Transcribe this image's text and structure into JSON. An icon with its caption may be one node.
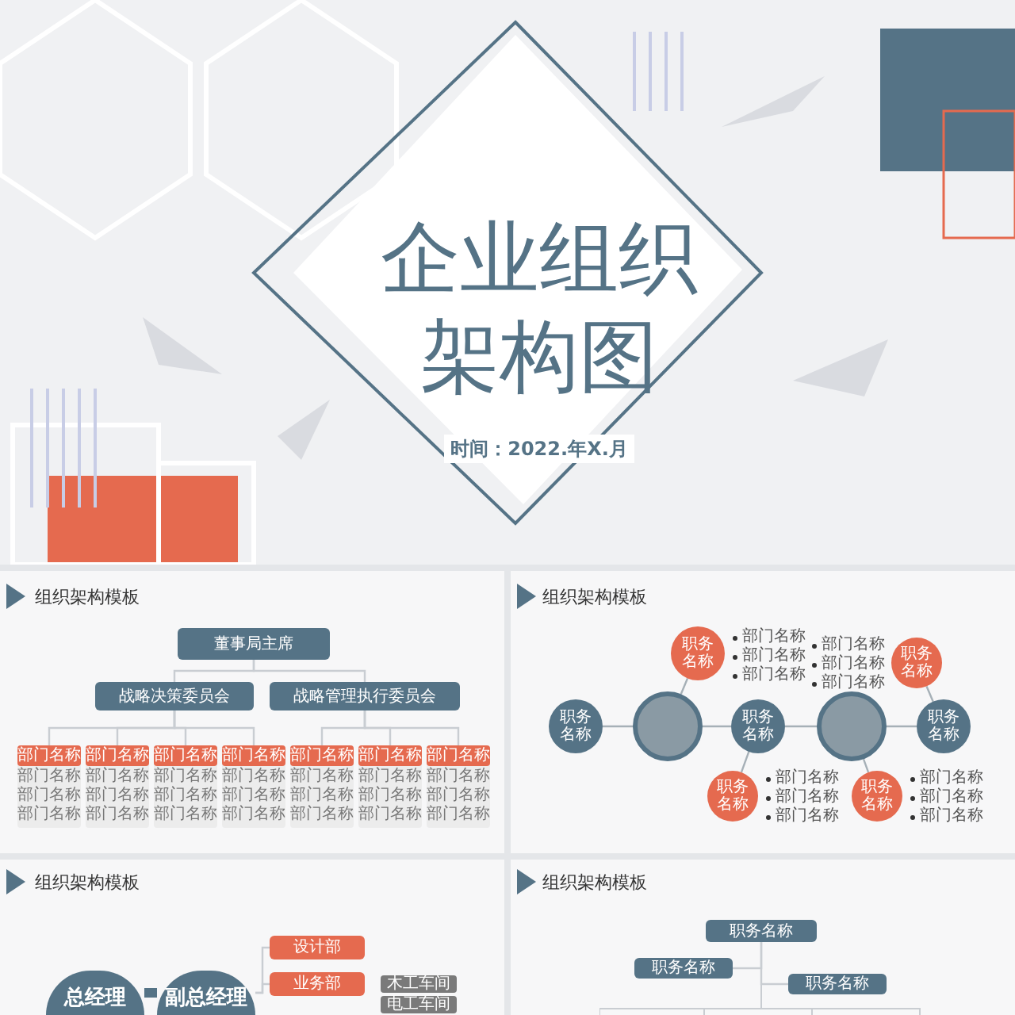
{
  "diagram": {
    "title": "企业组织架构图",
    "nodes": [
      {
        "text": [
          "董事局主席"
        ]
      },
      {
        "text": [
          "战略决策委员会"
        ]
      },
      {
        "text": [
          "战略管理执行委员会"
        ]
      },
      {
        "text": [
          "部门名称",
          "部门名称",
          "部门名称"
        ]
      },
      {
        "text": [
          "部门名称"
        ],
        "in": 3
      },
      {
        "text": [
          "部门名称",
          "部门名称",
          "部门名称"
        ]
      },
      {
        "text": [
          "部门名称"
        ],
        "in": 5
      },
      {
        "text": [
          "部门名称",
          "部门名称",
          "部门名称"
        ]
      },
      {
        "text": [
          "部门名称"
        ],
        "in": 7
      },
      {
        "text": [
          "部门名称",
          "部门名称",
          "部门名称"
        ]
      },
      {
        "text": [
          "部门名称"
        ],
        "in": 9
      },
      {
        "text": [
          "部门名称",
          "部门名称",
          "部门名称"
        ]
      },
      {
        "text": [
          "部门名称"
        ],
        "in": 11
      },
      {
        "text": [
          "部门名称",
          "部门名称",
          "部门名称"
        ]
      },
      {
        "text": [
          "部门名称"
        ],
        "in": 13
      },
      {
        "text": [
          "部门名称",
          "部门名称",
          "部门名称"
        ]
      },
      {
        "text": [
          "部门名称"
        ],
        "in": 15
      },
      {
        "text": [
          "职务名称"
        ]
      },
      {
        "text": [],
        "shape": "picture"
      },
      {
        "text": [
          "职务名称"
        ]
      },
      {
        "text": [],
        "shape": "picture"
      },
      {
        "text": [
          "职务名称"
        ]
      },
      {
        "text": [
          "职务名称"
        ],
        "beside": [
          "部门名称",
          "部门名称",
          "部门名称"
        ]
      },
      {
        "text": [
          "职务名称"
        ],
        "beside": [
          "部门名称",
          "部门名称",
          "部门名称"
        ]
      },
      {
        "text": [
          "职务名称"
        ],
        "beside": [
          "部门名称",
          "部门名称",
          "部门名称"
        ]
      },
      {
        "text": [
          "职务名称"
        ],
        "beside": [
          "部门名称",
          "部门名称",
          "部门名称"
        ]
      },
      {
        "text": [
          "总经理"
        ]
      },
      {
        "text": [
          "副总经理"
        ]
      },
      {
        "text": [
          "设计部"
        ]
      },
      {
        "text": [
          "业务部"
        ]
      },
      {
        "text": [
          "木工车间"
        ]
      },
      {
        "text": [
          "电工车间"
        ]
      },
      {
        "text": [
          "职务名称"
        ]
      },
      {
        "text": [
          "职务名称"
        ]
      },
      {
        "text": [
          "职务名称"
        ]
      }
    ],
    "edges": [
      {
        "from": 0,
        "to": 1,
        "arrow": "none"
      },
      {
        "from": 0,
        "to": 2,
        "arrow": "none"
      },
      {
        "from": 1,
        "to": 4,
        "arrow": "none"
      },
      {
        "from": 1,
        "to": 6,
        "arrow": "none"
      },
      {
        "from": 1,
        "to": 8,
        "arrow": "none"
      },
      {
        "from": 1,
        "to": 10,
        "arrow": "none"
      },
      {
        "from": 2,
        "to": 12,
        "arrow": "none"
      },
      {
        "from": 2,
        "to": 14,
        "arrow": "none"
      },
      {
        "from": 2,
        "to": 16,
        "arrow": "none"
      },
      {
        "from": 17,
        "to": 18,
        "arrow": "none"
      },
      {
        "from": 18,
        "to": 19,
        "arrow": "none"
      },
      {
        "from": 19,
        "to": 20,
        "arrow": "none"
      },
      {
        "from": 20,
        "to": 21,
        "arrow": "none"
      },
      {
        "from": 22,
        "to": 18,
        "arrow": "none"
      },
      {
        "from": 24,
        "to": 19,
        "arrow": "none"
      },
      {
        "from": 25,
        "to": 20,
        "arrow": "none"
      },
      {
        "from": 23,
        "to": 21,
        "arrow": "none"
      },
      {
        "from": 26,
        "to": 27,
        "arrow": "none",
        "style": "thick",
        "color": "#557386"
      },
      {
        "from": 27,
        "to": 28,
        "arrow": "none"
      },
      {
        "from": 27,
        "to": 29,
        "arrow": "none"
      },
      {
        "from": 32,
        "to": 33,
        "arrow": "none"
      },
      {
        "from": 32,
        "to": 34,
        "arrow": "none"
      }
    ],
    "labels": [
      "时间：2022.年X.月",
      "组织架构模板",
      "组织架构模板",
      "组织架构模板",
      "组织架构模板"
    ]
  }
}
